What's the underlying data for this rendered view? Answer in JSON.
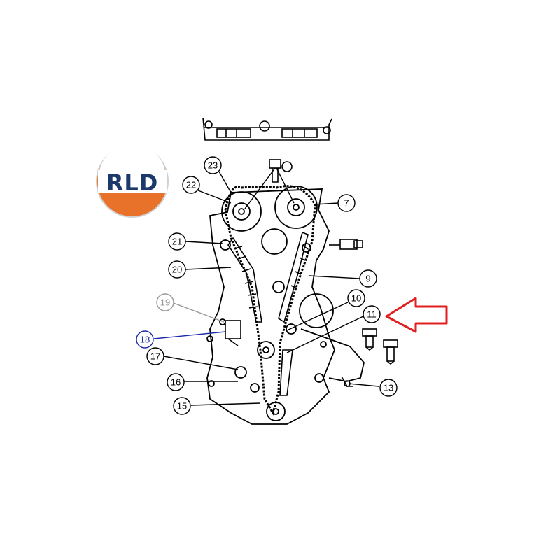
{
  "logo": {
    "text": "RLD",
    "ring_color": "#e8722a",
    "text_color": "#1b3a6b"
  },
  "highlight": {
    "arrow_color": "#e02020",
    "points_to": "11"
  },
  "callouts": [
    {
      "label": "23",
      "color": "#000000"
    },
    {
      "label": "22",
      "color": "#000000"
    },
    {
      "label": "7",
      "color": "#000000"
    },
    {
      "label": "21",
      "color": "#000000"
    },
    {
      "label": "20",
      "color": "#000000"
    },
    {
      "label": "9",
      "color": "#000000"
    },
    {
      "label": "19",
      "color": "#999999"
    },
    {
      "label": "10",
      "color": "#000000"
    },
    {
      "label": "11",
      "color": "#000000"
    },
    {
      "label": "18",
      "color": "#1a2aa8"
    },
    {
      "label": "17",
      "color": "#000000"
    },
    {
      "label": "16",
      "color": "#000000"
    },
    {
      "label": "15",
      "color": "#000000"
    },
    {
      "label": "13",
      "color": "#000000"
    }
  ]
}
